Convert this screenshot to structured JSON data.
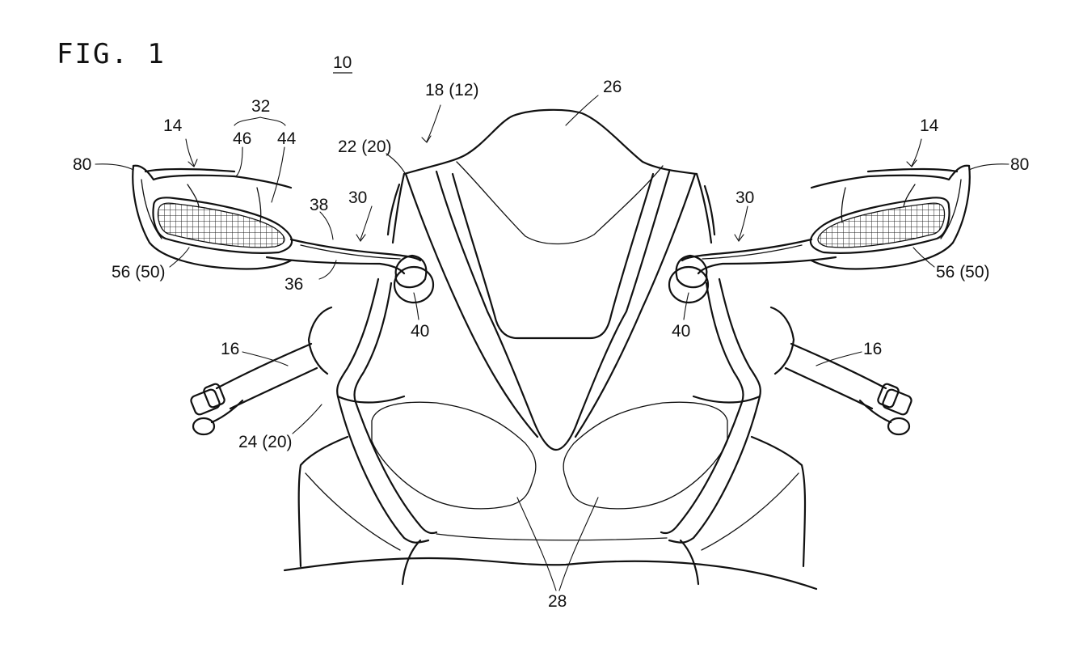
{
  "figure": {
    "title": "FIG. 1",
    "reference_number": "10"
  },
  "labels": {
    "l18_12": "18 (12)",
    "l26": "26",
    "l22_20": "22 (20)",
    "l32": "32",
    "l46": "46",
    "l44": "44",
    "l14_left": "14",
    "l14_right": "14",
    "l80_left": "80",
    "l80_right": "80",
    "l38": "38",
    "l30_left": "30",
    "l30_right": "30",
    "l56_left": "56 (50)",
    "l56_right": "56 (50)",
    "l36": "36",
    "l40_left": "40",
    "l40_right": "40",
    "l16_left": "16",
    "l16_right": "16",
    "l24_20": "24 (20)",
    "l28": "28"
  }
}
